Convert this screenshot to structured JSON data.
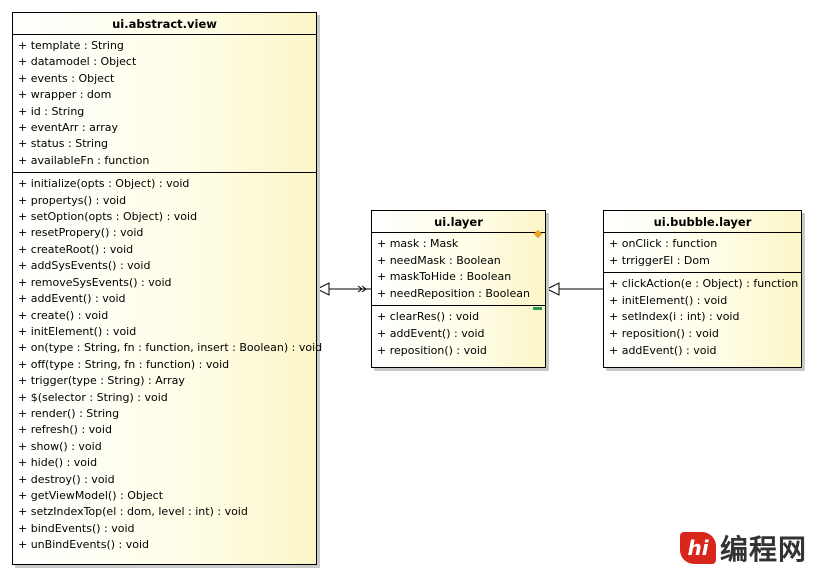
{
  "classes": {
    "view": {
      "name": "ui.abstract.view",
      "attributes": [
        "+ template : String",
        "+ datamodel : Object",
        "+ events : Object",
        "+ wrapper : dom",
        "+ id : String",
        "+ eventArr : array",
        "+ status : String",
        "+ availableFn : function"
      ],
      "operations": [
        "+ initialize(opts : Object) : void",
        "+ propertys() : void",
        "+ setOption(opts : Object) : void",
        "+ resetPropery() : void",
        "+ createRoot() : void",
        "+ addSysEvents() : void",
        "+ removeSysEvents() : void",
        "+ addEvent() : void",
        "+ create() : void",
        "+ initElement() : void",
        "+ on(type : String, fn : function, insert : Boolean) : void",
        "+ off(type : String, fn : function) : void",
        "+ trigger(type : String) : Array",
        "+ $(selector : String) : void",
        "+ render() : String",
        "+ refresh() : void",
        "+ show() : void",
        "+ hide() : void",
        "+ destroy() : void",
        "+ getViewModel() : Object",
        "+ setzIndexTop(el : dom, level : int) : void",
        "+ bindEvents() : void",
        "+ unBindEvents() : void"
      ]
    },
    "layer": {
      "name": "ui.layer",
      "attributes": [
        "+ mask : Mask",
        "+ needMask : Boolean",
        "+ maskToHide : Boolean",
        "+ needReposition : Boolean"
      ],
      "operations": [
        "+ clearRes() : void",
        "+ addEvent() : void",
        "+ reposition() : void"
      ]
    },
    "bubble": {
      "name": "ui.bubble.layer",
      "attributes": [
        "+ onClick : function",
        "+ trriggerEl : Dom"
      ],
      "operations": [
        "+ clickAction(e : Object) : function",
        "+ initElement() : void",
        "+ setIndex(i : int) : void",
        "+ reposition() : void",
        "+ addEvent() : void"
      ]
    }
  },
  "watermark": {
    "badge": "hi",
    "text": "编程网"
  },
  "colors": {
    "box_fill_end": "#fbf5c8",
    "shadow": "#c9c9c9",
    "watermark_red": "#d7271d"
  }
}
